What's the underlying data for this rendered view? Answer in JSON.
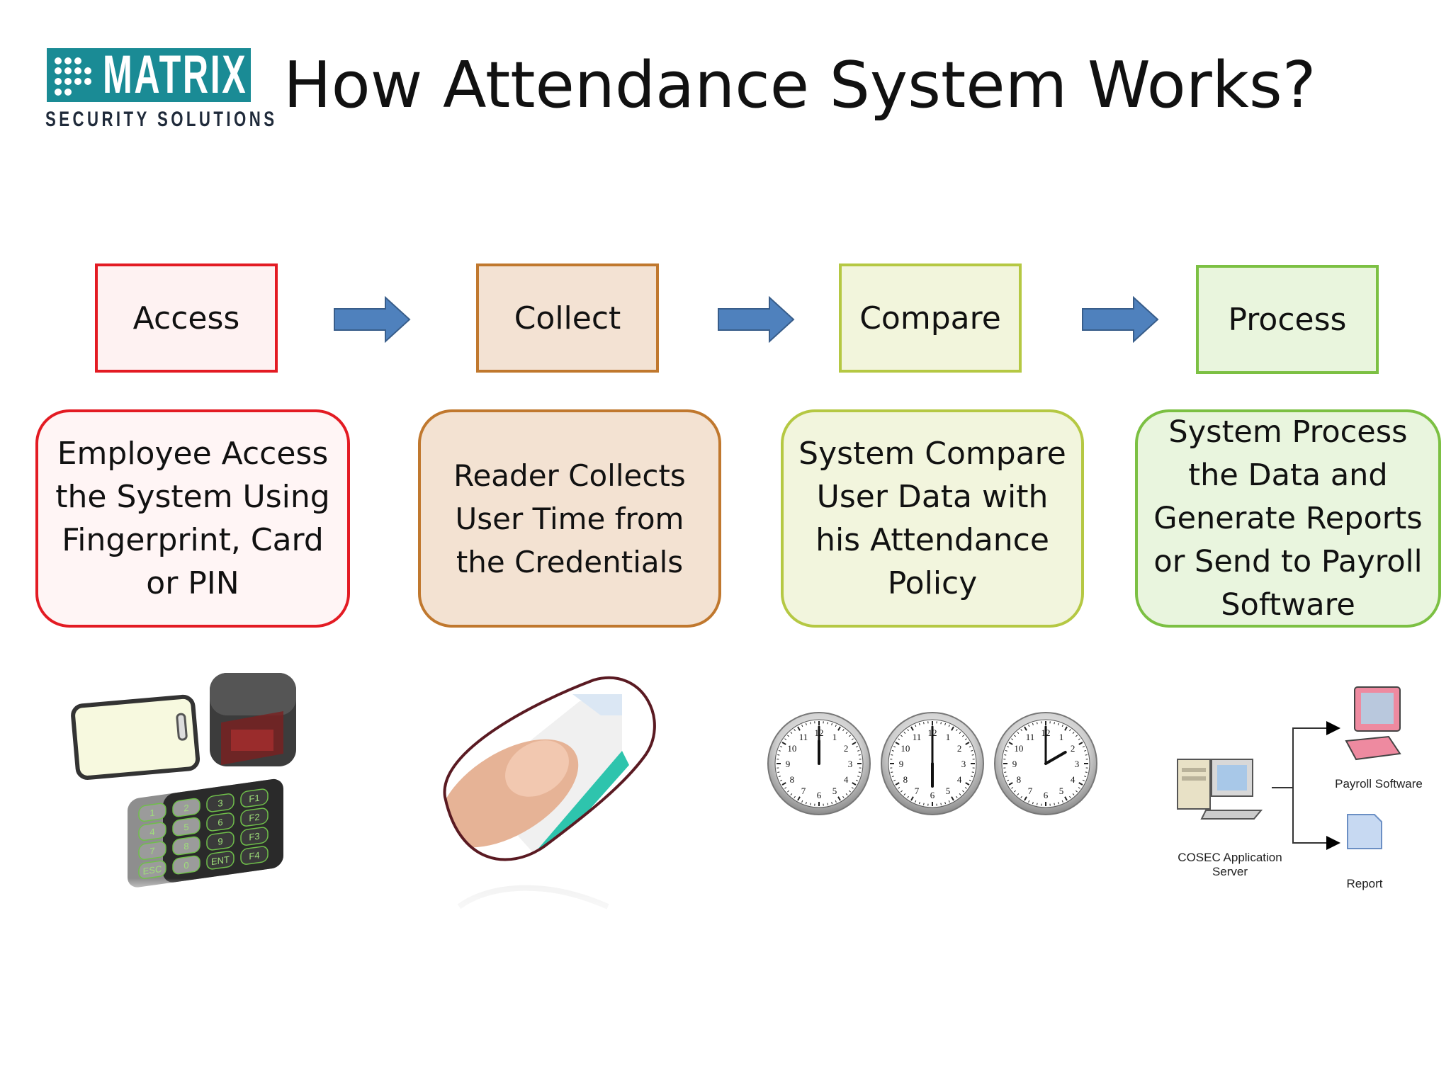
{
  "logo": {
    "word": "MATRIX",
    "sub": "SECURITY SOLUTIONS"
  },
  "title": "How Attendance System Works?",
  "steps": [
    {
      "label": "Access",
      "desc": "Employee Access the System Using Fingerprint, Card or PIN",
      "border": "#e31b23",
      "fill": "#fef2f2",
      "desc_fill": "#fff5f5"
    },
    {
      "label": "Collect",
      "desc": "Reader Collects User Time from the Credentials",
      "border": "#c0782e",
      "fill": "#f3e2d3",
      "desc_fill": "#f3e2d2"
    },
    {
      "label": "Compare",
      "desc": "System Compare User Data with his  Attendance Policy",
      "border": "#b5c843",
      "fill": "#f2f5dc",
      "desc_fill": "#f2f5dd"
    },
    {
      "label": "Process",
      "desc": "System Process the Data and Generate Reports or Send to Payroll Software",
      "border": "#7cc043",
      "fill": "#e9f5dd",
      "desc_fill": "#e9f5de"
    }
  ],
  "arrow_color": "#4f81bd",
  "keypad_keys": [
    "1",
    "2",
    "3",
    "F1",
    "4",
    "5",
    "6",
    "F2",
    "7",
    "8",
    "9",
    "F3",
    "ESC",
    "0",
    "ENT",
    "F4"
  ],
  "clock_numbers": [
    "12",
    "1",
    "2",
    "3",
    "4",
    "5",
    "6",
    "7",
    "8",
    "9",
    "10",
    "11"
  ],
  "network": {
    "server": "COSEC Application Server",
    "payroll": "Payroll Software",
    "report": "Report"
  }
}
